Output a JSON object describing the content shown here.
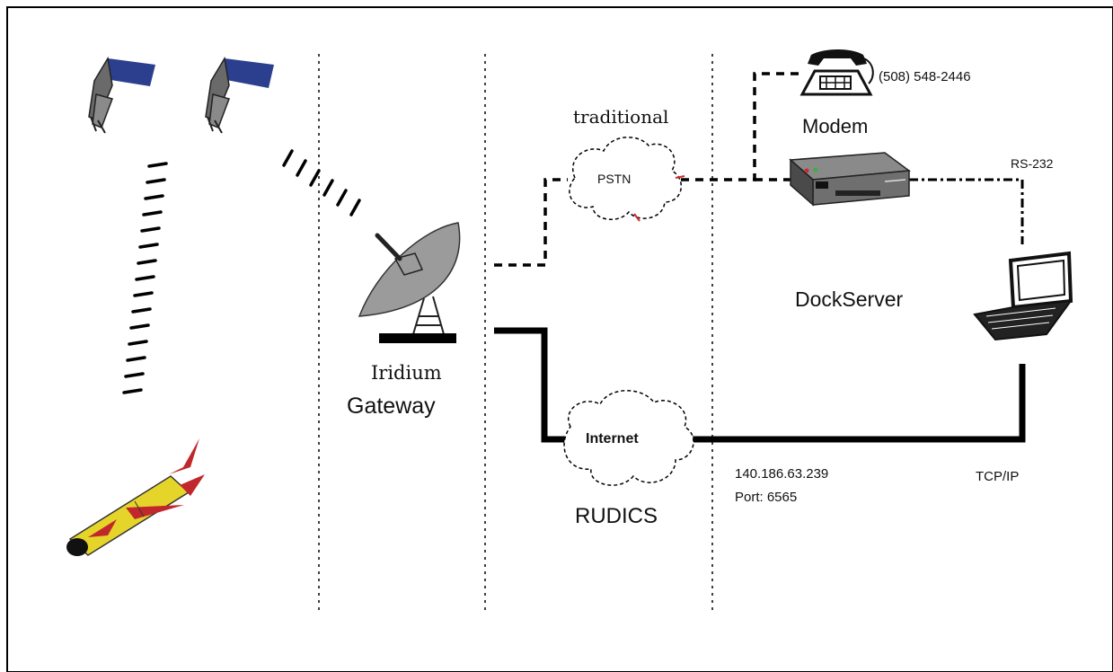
{
  "labels": {
    "phone_number": "(508) 548-2446",
    "modem": "Modem",
    "traditional": "traditional",
    "pstn": "PSTN",
    "rs232": "RS-232",
    "dockserver": "DockServer",
    "iridium_line1": "Iridium",
    "iridium_line2": "Gateway",
    "internet": "Internet",
    "rudics": "RUDICS",
    "ip_address": "140.186.63.239",
    "port": "Port: 6565",
    "tcpip": "TCP/IP"
  },
  "colors": {
    "line": "#000000",
    "satellite_panel": "#2c3f8f",
    "dish": "#9b9b9b",
    "glider_body": "#e5d52a",
    "glider_fin": "#c0282b",
    "modem_body": "#6f6f6f",
    "cloud_accent": "#cc2b2b"
  },
  "icons": [
    "satellite-icon",
    "satellite-icon",
    "glider-icon",
    "satellite-dish-icon",
    "telephone-icon",
    "modem-icon",
    "laptop-icon",
    "pstn-cloud-icon",
    "internet-cloud-icon"
  ]
}
